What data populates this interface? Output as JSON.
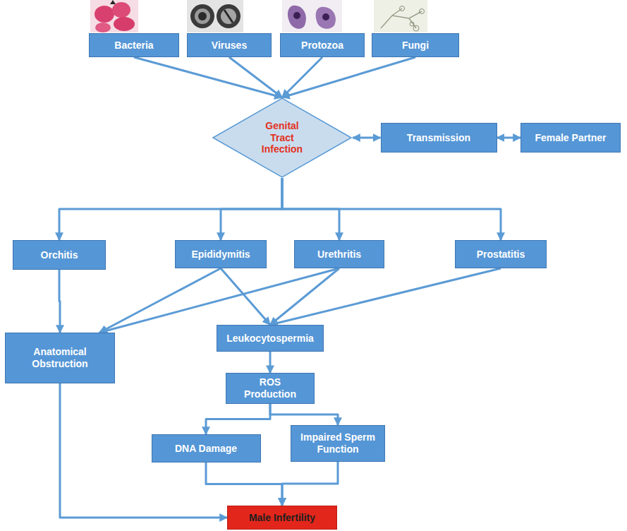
{
  "diagram": {
    "nodes": [
      {
        "text": [
          "Bacteria"
        ]
      },
      {
        "text": [
          "Viruses"
        ]
      },
      {
        "text": [
          "Protozoa"
        ]
      },
      {
        "text": [
          "Fungi"
        ]
      },
      {
        "text": [
          "Genital Tract Infection"
        ]
      },
      {
        "text": [
          "Transmission"
        ]
      },
      {
        "text": [
          "Female Partner"
        ]
      },
      {
        "text": [
          "Orchitis"
        ]
      },
      {
        "text": [
          "Epididymitis"
        ]
      },
      {
        "text": [
          "Urethritis"
        ]
      },
      {
        "text": [
          "Prostatitis"
        ]
      },
      {
        "text": [
          "Anatomical Obstruction"
        ]
      },
      {
        "text": [
          "Leukocytospermia"
        ]
      },
      {
        "text": [
          "ROS Production"
        ]
      },
      {
        "text": [
          "DNA Damage"
        ]
      },
      {
        "text": [
          "Impaired Sperm Function"
        ]
      },
      {
        "text": [
          "Male Infertility"
        ]
      }
    ],
    "edges": [
      {
        "from": 0,
        "to": 4,
        "arrow": "to"
      },
      {
        "from": 1,
        "to": 4,
        "arrow": "to"
      },
      {
        "from": 2,
        "to": 4,
        "arrow": "to"
      },
      {
        "from": 3,
        "to": 4,
        "arrow": "to"
      },
      {
        "from": 4,
        "to": 5,
        "arrow": "both"
      },
      {
        "from": 5,
        "to": 6,
        "arrow": "both"
      },
      {
        "from": 4,
        "to": 7,
        "arrow": "to"
      },
      {
        "from": 4,
        "to": 8,
        "arrow": "to"
      },
      {
        "from": 4,
        "to": 9,
        "arrow": "to"
      },
      {
        "from": 4,
        "to": 10,
        "arrow": "to"
      },
      {
        "from": 7,
        "to": 11,
        "arrow": "to"
      },
      {
        "from": 8,
        "to": 11,
        "arrow": "to"
      },
      {
        "from": 8,
        "to": 12,
        "arrow": "to"
      },
      {
        "from": 9,
        "to": 11,
        "arrow": "to"
      },
      {
        "from": 9,
        "to": 12,
        "arrow": "to"
      },
      {
        "from": 10,
        "to": 12,
        "arrow": "to"
      },
      {
        "from": 11,
        "to": 16,
        "arrow": "to"
      },
      {
        "from": 12,
        "to": 13,
        "arrow": "to"
      },
      {
        "from": 13,
        "to": 14,
        "arrow": "to"
      },
      {
        "from": 13,
        "to": 15,
        "arrow": "to"
      },
      {
        "from": 14,
        "to": 16,
        "arrow": "to"
      },
      {
        "from": 15,
        "to": 16,
        "arrow": "to"
      }
    ]
  }
}
